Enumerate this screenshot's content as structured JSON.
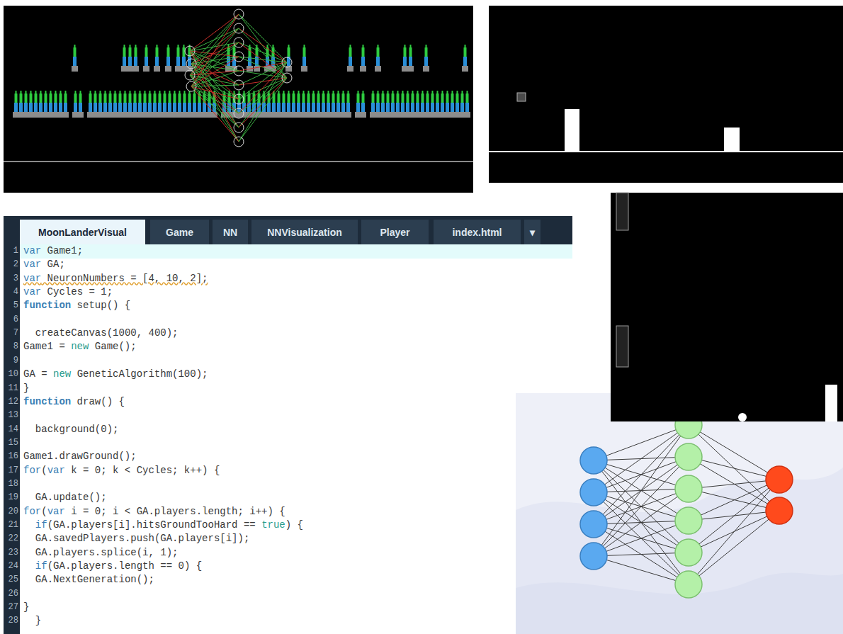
{
  "diagram": {
    "nodes": [
      {
        "text": [
          "MoonLanderVisual"
        ]
      },
      {
        "text": [
          "Game"
        ]
      },
      {
        "text": [
          "NN"
        ]
      },
      {
        "text": [
          "NNVisualization"
        ]
      },
      {
        "text": [
          "Player"
        ]
      },
      {
        "text": [
          "index.html"
        ]
      },
      {
        "text": [
          "▾"
        ]
      }
    ],
    "labels": [
      "1",
      "var Game1;",
      "2",
      "var GA;",
      "3",
      "var NeuronNumbers = [4, 10, 2];",
      "4",
      "var Cycles = 1;",
      "5",
      "function setup() {",
      "6",
      "7",
      "createCanvas(1000, 400);",
      "8",
      "Game1 = new Game();",
      "9",
      "10",
      "GA = new GeneticAlgorithm(100);",
      "11",
      "}",
      "12",
      "function draw() {",
      "13",
      "14",
      "background(0);",
      "15",
      "16",
      "Game1.drawGround();",
      "17",
      "for(var k = 0; k < Cycles; k++) {",
      "18",
      "19",
      "GA.update();",
      "20",
      "for(var i = 0; i < GA.players.length; i++) {",
      "21",
      "if(GA.players[i].hitsGroundTooHard == true) {",
      "22",
      "GA.savedPlayers.push(GA.players[i]);",
      "23",
      "GA.players.splice(i, 1);",
      "24",
      "if(GA.players.length == 0) {",
      "25",
      "GA.NextGeneration();",
      "26",
      "27",
      "}",
      "28",
      "}"
    ]
  }
}
